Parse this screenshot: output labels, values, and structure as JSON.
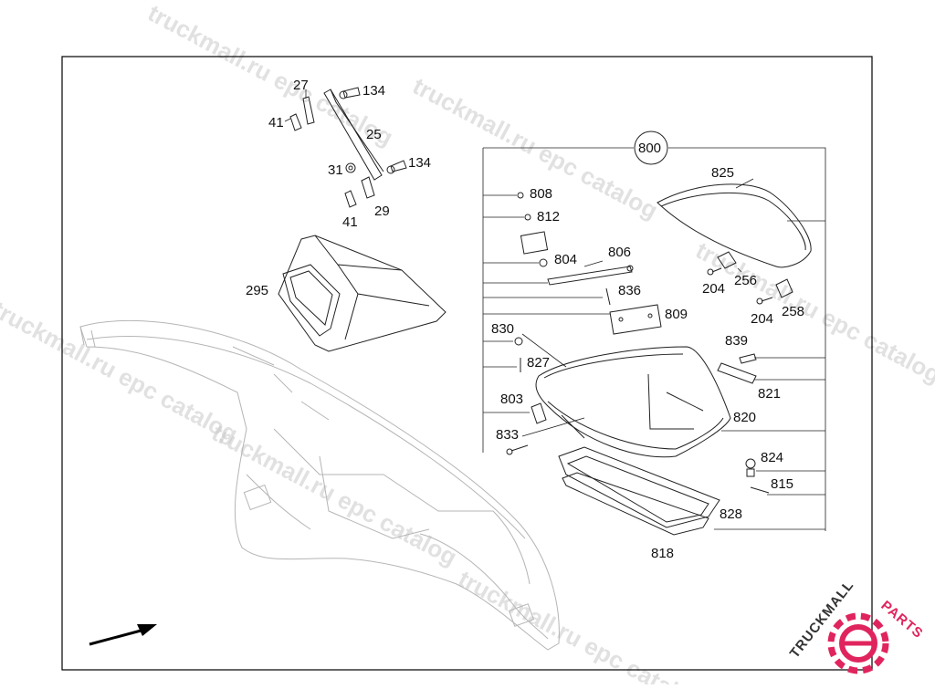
{
  "watermark": "truckmall.ru epc catalog",
  "logo": {
    "text_dark": "TRUCKMALL",
    "text_accent": "PARTS",
    "accent_color": "#e0245e",
    "dark_color": "#333333"
  },
  "frame_color": "#000000",
  "labels": {
    "p27": "27",
    "p134a": "134",
    "p41a": "41",
    "p25": "25",
    "p31": "31",
    "p134b": "134",
    "p41b": "41",
    "p29": "29",
    "p295": "295",
    "p800": "800",
    "p825": "825",
    "p808": "808",
    "p812": "812",
    "p804": "804",
    "p806": "806",
    "p836": "836",
    "p809": "809",
    "p256": "256",
    "p204a": "204",
    "p204b": "204",
    "p258": "258",
    "p830": "830",
    "p827": "827",
    "p839": "839",
    "p821": "821",
    "p803": "803",
    "p820": "820",
    "p833": "833",
    "p824": "824",
    "p815": "815",
    "p828": "828",
    "p818": "818"
  }
}
